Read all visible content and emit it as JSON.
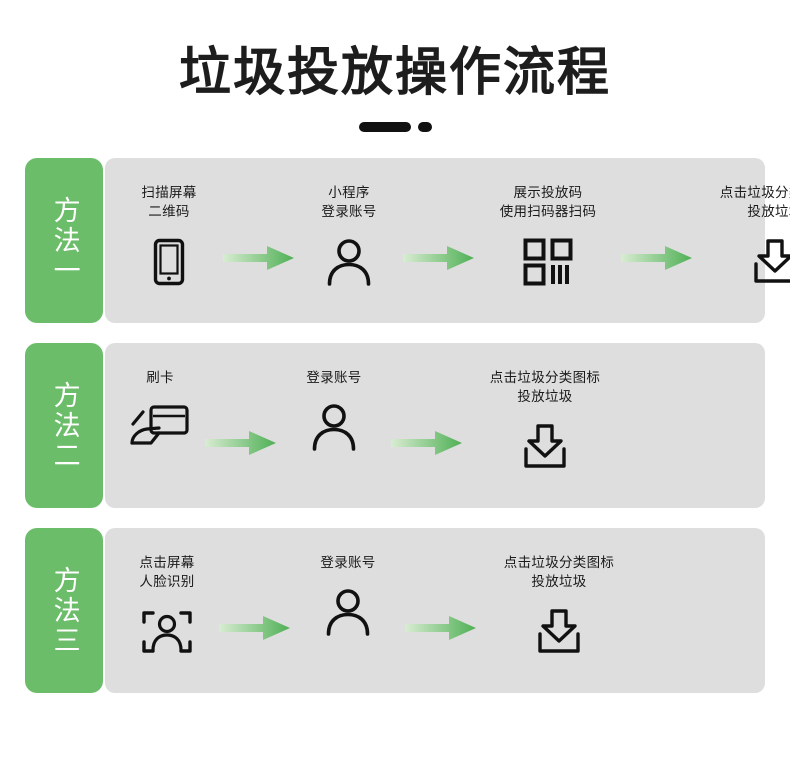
{
  "header": {
    "title": "垃圾投放操作流程",
    "decoration": {
      "bar": "rounded-bar",
      "dot": "rounded-dot"
    }
  },
  "colors": {
    "tab_green": "#6cbd6a",
    "panel_gray": "#dedede",
    "arrow_green_start": "#cfe8c7",
    "arrow_green_end": "#56b257",
    "text_dark": "#1a1a1a",
    "page_background": "#ffffff"
  },
  "rows": [
    {
      "tab_label": "方法一",
      "steps": [
        {
          "label": "扫描屏幕\n二维码",
          "icon": "mobile-phone-icon"
        },
        {
          "label": "小程序\n登录账号",
          "icon": "user-account-icon"
        },
        {
          "label": "展示投放码\n使用扫码器扫码",
          "icon": "qr-code-icon"
        },
        {
          "label": "点击垃圾分类图标\n投放垃圾",
          "icon": "deposit-download-icon"
        }
      ],
      "arrows": 3
    },
    {
      "tab_label": "方法二",
      "steps": [
        {
          "label": "刷卡",
          "icon": "swipe-card-icon"
        },
        {
          "label": "登录账号",
          "icon": "user-account-icon"
        },
        {
          "label": "点击垃圾分类图标\n投放垃圾",
          "icon": "deposit-download-icon"
        }
      ],
      "arrows": 2
    },
    {
      "tab_label": "方法三",
      "steps": [
        {
          "label": "点击屏幕\n人脸识别",
          "icon": "face-recognition-icon"
        },
        {
          "label": "登录账号",
          "icon": "user-account-icon"
        },
        {
          "label": "点击垃圾分类图标\n投放垃圾",
          "icon": "deposit-download-icon"
        }
      ],
      "arrows": 2
    }
  ]
}
